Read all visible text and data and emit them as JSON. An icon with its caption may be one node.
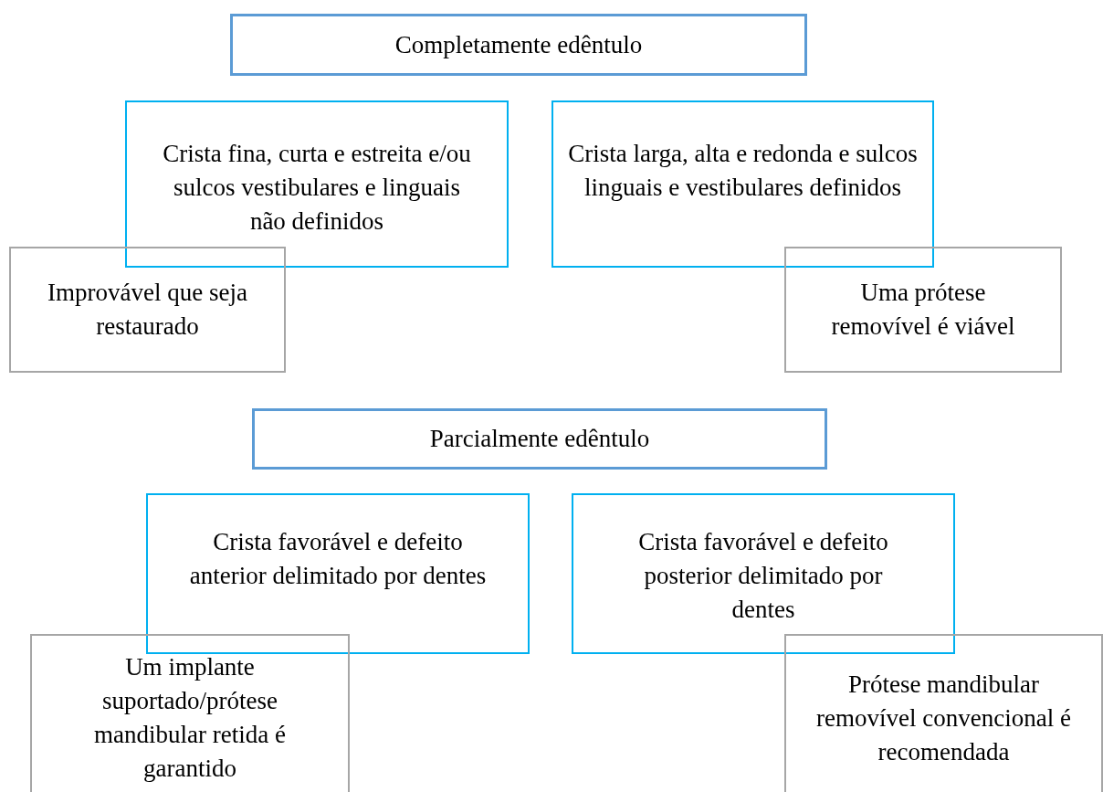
{
  "diagram": {
    "nodes": [
      {
        "text": [
          "Completamente edêntulo"
        ]
      },
      {
        "text": [
          "Crista fina, curta e estreita e/ou sulcos vestibulares e linguais não definidos"
        ]
      },
      {
        "text": [
          "Crista larga, alta e redonda e sulcos linguais e vestibulares definidos"
        ]
      },
      {
        "text": [
          "Improvável que seja restaurado"
        ]
      },
      {
        "text": [
          "Uma prótese removível é viável"
        ]
      },
      {
        "text": [
          "Parcialmente edêntulo"
        ]
      },
      {
        "text": [
          "Crista favorável e defeito anterior delimitado por dentes"
        ]
      },
      {
        "text": [
          "Crista favorável e defeito posterior delimitado por dentes"
        ]
      },
      {
        "text": [
          "Um implante suportado/prótese mandibular retida é garantido"
        ]
      },
      {
        "text": [
          "Prótese mandibular removível convencional é recomendada"
        ]
      }
    ]
  }
}
